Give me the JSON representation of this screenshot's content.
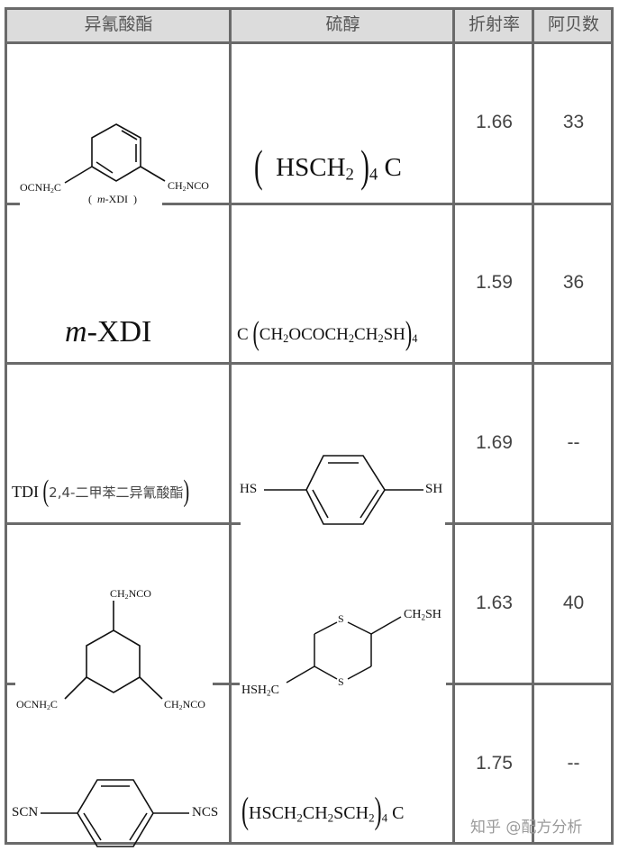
{
  "table": {
    "headers": {
      "isocyanate": "异氰酸酯",
      "thiol": "硫醇",
      "refractive_index": "折射率",
      "abbe_number": "阿贝数"
    },
    "rows": [
      {
        "isocyanate": {
          "name": "m-XDI",
          "structure_label": "m-XDI",
          "left_group": "OCNH2C",
          "right_group": "CH2NCO"
        },
        "thiol": {
          "formula": "(HSCH2)4C"
        },
        "refractive_index": "1.66",
        "abbe_number": "33"
      },
      {
        "isocyanate": {
          "name_italic": "m",
          "name_rest": "-XDI"
        },
        "thiol": {
          "formula": "C(CH2OCOCH2CH2SH)4"
        },
        "refractive_index": "1.59",
        "abbe_number": "36"
      },
      {
        "isocyanate": {
          "name": "TDI",
          "full_name": "2,4-二甲苯二异氰酸酯"
        },
        "thiol": {
          "formula": "HS-C6H4-SH",
          "left_group": "HS",
          "right_group": "SH"
        },
        "refractive_index": "1.69",
        "abbe_number": "--"
      },
      {
        "isocyanate": {
          "top_group": "CH2NCO",
          "left_group": "OCNH2C",
          "right_group": "CH2NCO"
        },
        "thiol": {
          "ring_atom_top": "S",
          "ring_atom_bottom": "S",
          "right_group": "CH2SH",
          "left_group": "HSH2C"
        },
        "refractive_index": "1.63",
        "abbe_number": "40"
      },
      {
        "isocyanate": {
          "left_group": "SCN",
          "right_group": "NCS"
        },
        "thiol": {
          "formula": "(HSCH2CH2SCH2)4C"
        },
        "refractive_index": "1.75",
        "abbe_number": "--"
      }
    ]
  },
  "watermark": "知乎 @配方分析"
}
